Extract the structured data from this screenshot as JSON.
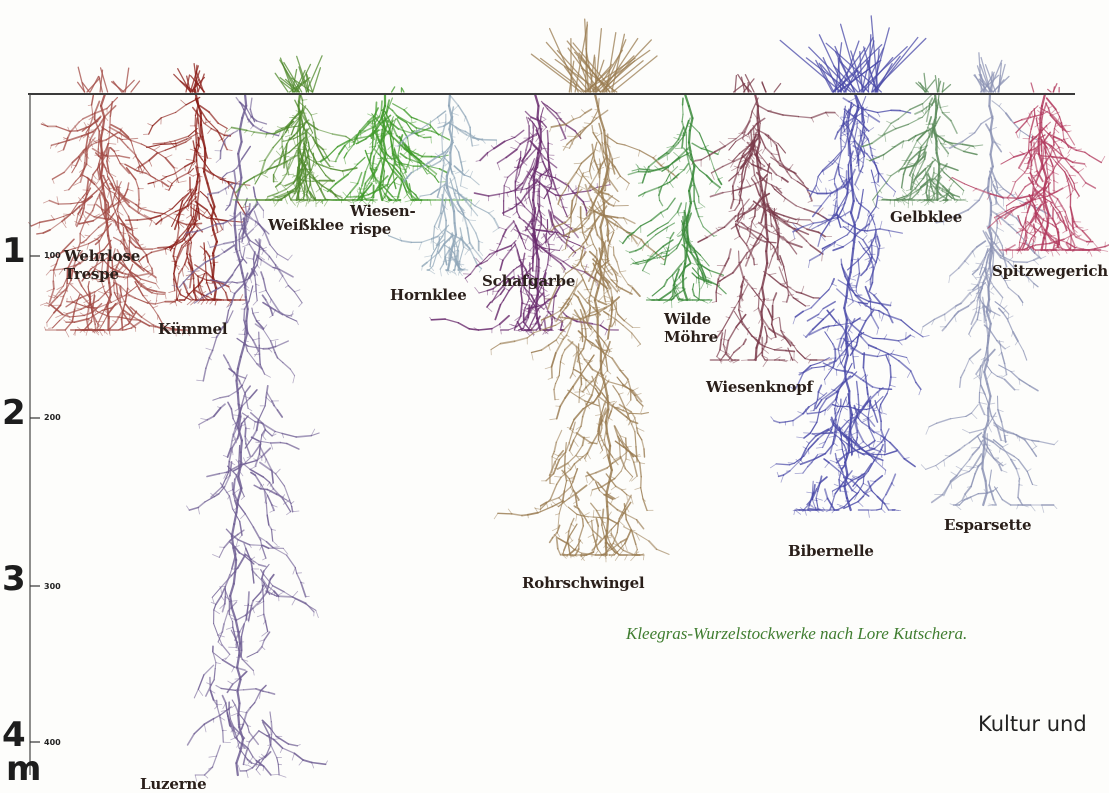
{
  "scale": {
    "meters": [
      {
        "label": "1",
        "cm": "100"
      },
      {
        "label": "2",
        "cm": "200"
      },
      {
        "label": "3",
        "cm": "300"
      },
      {
        "label": "4",
        "cm": "400"
      }
    ],
    "unit": "m"
  },
  "plants": [
    {
      "id": "wehrlose-trespe",
      "label": "Wehrlose Trespe",
      "color": "#a24a44"
    },
    {
      "id": "kuemmel",
      "label": "Kümmel",
      "color": "#8b1e18"
    },
    {
      "id": "luzerne",
      "label": "Luzerne",
      "color": "#6f5e93"
    },
    {
      "id": "weissklee",
      "label": "Weißklee",
      "color": "#4f8a2c"
    },
    {
      "id": "wiesenrispe",
      "label": "Wiesen- rispe",
      "color": "#3f9a2a"
    },
    {
      "id": "hornklee",
      "label": "Hornklee",
      "color": "#8fa6b8"
    },
    {
      "id": "schafgarbe",
      "label": "Schafgarbe",
      "color": "#6a2c6e"
    },
    {
      "id": "rohrschwingel",
      "label": "Rohrschwingel",
      "color": "#9a7c52"
    },
    {
      "id": "wilde-moehre",
      "label": "Wilde Möhre",
      "color": "#3a8a3a"
    },
    {
      "id": "wiesenknopf",
      "label": "Wiesenknopf",
      "color": "#7a3a4a"
    },
    {
      "id": "bibernelle",
      "label": "Bibernelle",
      "color": "#4a4aa8"
    },
    {
      "id": "gelbklee",
      "label": "Gelbklee",
      "color": "#5a8a5a"
    },
    {
      "id": "esparsette",
      "label": "Esparsette",
      "color": "#8c93b4"
    },
    {
      "id": "spitzwegerich",
      "label": "Spitzwegerich",
      "color": "#b23a5e"
    }
  ],
  "caption": "Kleegras-Wurzelstockwerke nach Lore Kutschera.",
  "footer": "Kultur und"
}
